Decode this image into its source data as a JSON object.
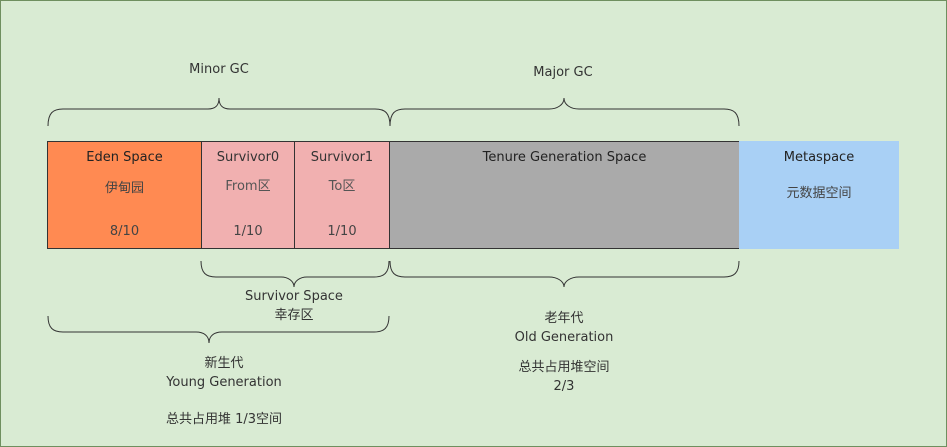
{
  "top_labels": {
    "minor_gc": "Minor GC",
    "major_gc": "Major GC"
  },
  "spaces": {
    "eden": {
      "title": "Eden Space",
      "subtitle": "伊甸园",
      "ratio": "8/10",
      "color": "#ff8a52"
    },
    "survivor0": {
      "title": "Survivor0",
      "subtitle": "From区",
      "ratio": "1/10",
      "color": "#f1b0b0"
    },
    "survivor1": {
      "title": "Survivor1",
      "subtitle": "To区",
      "ratio": "1/10",
      "color": "#f1b0b0"
    },
    "tenure": {
      "title": "Tenure Generation Space",
      "color": "#aaaaaa"
    },
    "metaspace": {
      "title": "Metaspace",
      "subtitle": "元数据空间",
      "color": "#a9d0f5"
    }
  },
  "bottom_labels": {
    "survivor_space": {
      "line1": "Survivor Space",
      "line2": "幸存区"
    },
    "old_generation": {
      "line1": "老年代",
      "line2": "Old Generation",
      "line3": "总共占用堆空间",
      "line4": "2/3"
    },
    "young_generation": {
      "line1": "新生代",
      "line2": "Young Generation",
      "line3": "总共占用堆 1/3空间"
    }
  }
}
